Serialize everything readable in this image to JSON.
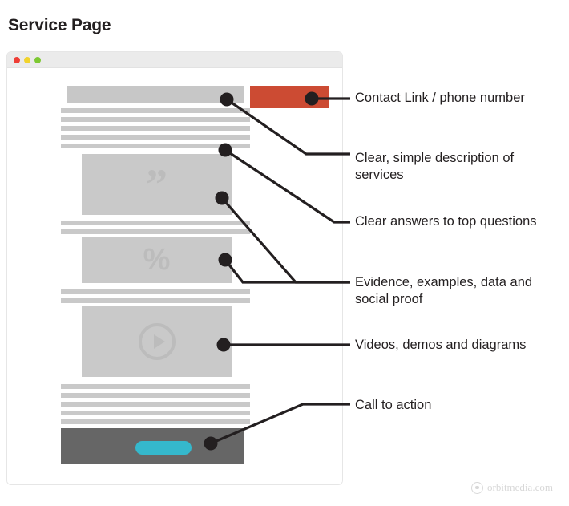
{
  "page_title": "Service Page",
  "browser": {
    "traffic_lights": [
      {
        "name": "close",
        "color": "#ee3e36"
      },
      {
        "name": "minimize",
        "color": "#f1d32c"
      },
      {
        "name": "maximize",
        "color": "#7dc832"
      }
    ]
  },
  "colors": {
    "wireframe_gray": "#c9c9c9",
    "cta_red": "#cc4b33",
    "footer_band": "#666666",
    "footer_button": "#35b8cc",
    "glyph_gray": "#bcbcbc",
    "text": "#231f20"
  },
  "wireframe": {
    "headline_bar": {
      "label": "page-headline-placeholder"
    },
    "cta_button": {
      "label": "contact-link-phone-button"
    },
    "paragraph_group_1": {
      "lines": 5
    },
    "testimonial_block": {
      "icon": "quote-icon"
    },
    "paragraph_group_2": {
      "lines": 2
    },
    "stats_block": {
      "icon": "percent-icon",
      "glyph": "%"
    },
    "paragraph_group_3": {
      "lines": 2
    },
    "video_block": {
      "icon": "play-icon"
    },
    "paragraph_group_4": {
      "lines": 5
    },
    "footer_band": {
      "button_label": "footer-cta-button"
    }
  },
  "annotations": [
    {
      "id": "contact",
      "text": "Contact Link / phone number"
    },
    {
      "id": "description",
      "text": "Clear, simple description of services"
    },
    {
      "id": "answers",
      "text": "Clear answers to top questions"
    },
    {
      "id": "evidence",
      "text": "Evidence, examples, data and social proof"
    },
    {
      "id": "videos",
      "text": "Videos, demos and diagrams"
    },
    {
      "id": "cta",
      "text": "Call to action"
    }
  ],
  "footer_logo": {
    "text": "orbitmedia.com"
  }
}
